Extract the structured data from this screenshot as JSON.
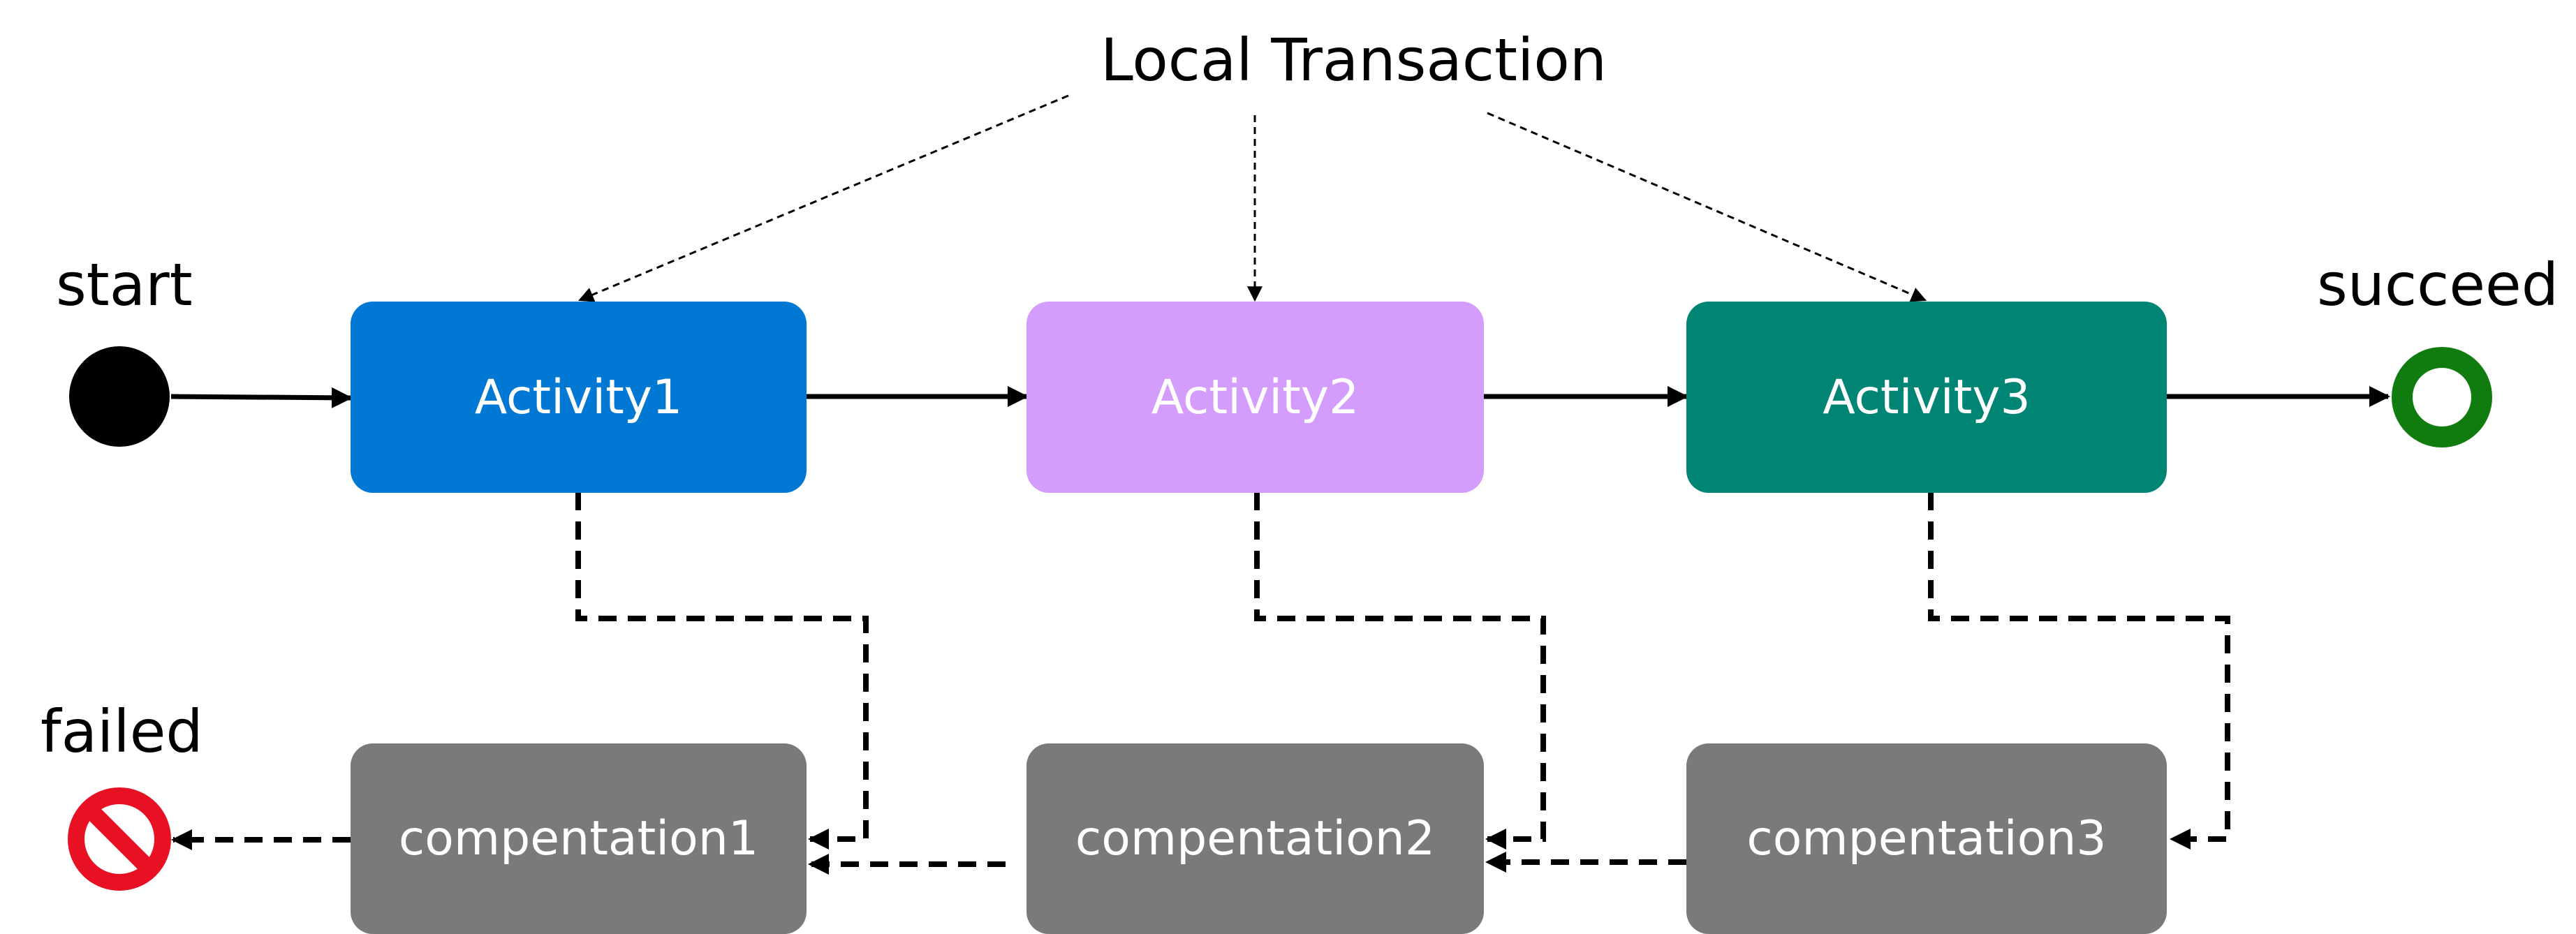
{
  "labels": {
    "local_transaction": "Local Transaction",
    "start": "start",
    "succeed": "succeed",
    "failed": "failed"
  },
  "activities": [
    {
      "label": "Activity1",
      "color": "#0078d4"
    },
    {
      "label": "Activity2",
      "color": "#d49cfc"
    },
    {
      "label": "Activity3",
      "color": "#008575"
    }
  ],
  "compensations": [
    {
      "label": "compentation1",
      "color": "#7a7a7a"
    },
    {
      "label": "compentation2",
      "color": "#7a7a7a"
    },
    {
      "label": "compentation3",
      "color": "#7a7a7a"
    }
  ],
  "colors": {
    "start_node": "#000000",
    "succeed_ring": "#107c10",
    "failed_icon": "#e81123",
    "arrows": "#000000"
  },
  "icons": {
    "start": "filled-circle-icon",
    "succeed": "ring-icon",
    "failed": "no-entry-icon"
  }
}
